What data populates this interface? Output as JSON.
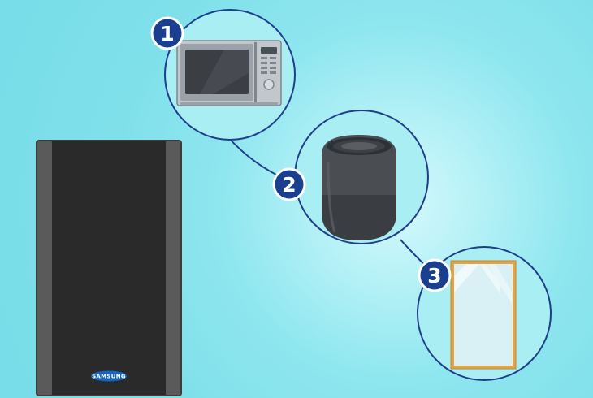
{
  "device": {
    "brand_logo": "SAMSUNG",
    "logo_color": "#1565c0"
  },
  "items": [
    {
      "number": "1",
      "icon": "microwave-icon"
    },
    {
      "number": "2",
      "icon": "smart-speaker-icon"
    },
    {
      "number": "3",
      "icon": "mirror-icon"
    }
  ],
  "colors": {
    "background": "#7fe0ea",
    "badge": "#1a3f8f",
    "circle_border": "#1f3d8a",
    "circle_fill": "#a8eef3"
  }
}
